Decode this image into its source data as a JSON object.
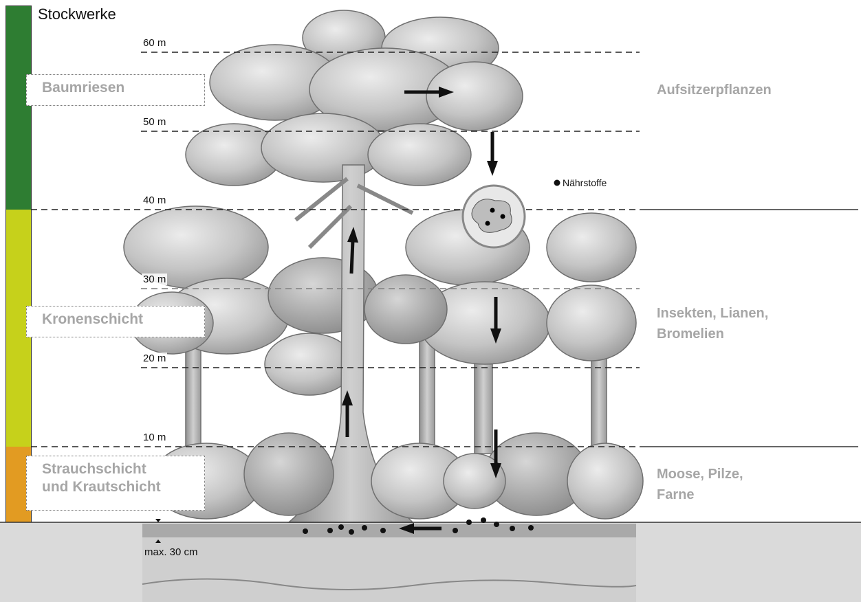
{
  "title": "Stockwerke",
  "height_marks": [
    "60 m",
    "50 m",
    "40 m",
    "30 m",
    "20 m",
    "10 m"
  ],
  "soil_depth_label": "max. 30 cm",
  "layers": [
    {
      "name": "Baumriesen",
      "color": "#2e7d32",
      "organisms": "Aufsitzerpflanzen"
    },
    {
      "name": "Kronenschicht",
      "color": "#c6d11b",
      "organisms_line1": "Insekten, Lianen,",
      "organisms_line2": "Bromelien"
    },
    {
      "name_line1": "Strauchschicht",
      "name_line2": "und Krautschicht",
      "color": "#e29b22",
      "organisms_line1": "Moose, Pilze,",
      "organisms_line2": "Farne"
    }
  ],
  "soil_color": "#dadada",
  "legend": {
    "symbol": "dot",
    "label": "Nährstoffe"
  }
}
